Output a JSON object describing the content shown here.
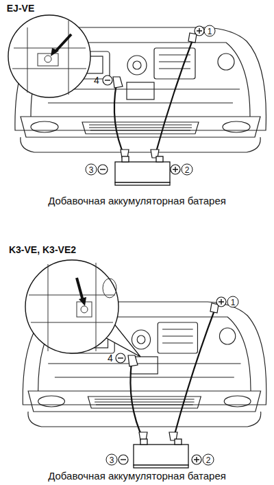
{
  "diagram": {
    "labels": [
      "EJ-VE",
      "1",
      "4",
      "3",
      "2",
      "Добавочная аккумуляторная батарея",
      "K3-VE, K3-VE2",
      "1",
      "4",
      "3",
      "2",
      "Добавочная аккумуляторная батарея"
    ]
  }
}
